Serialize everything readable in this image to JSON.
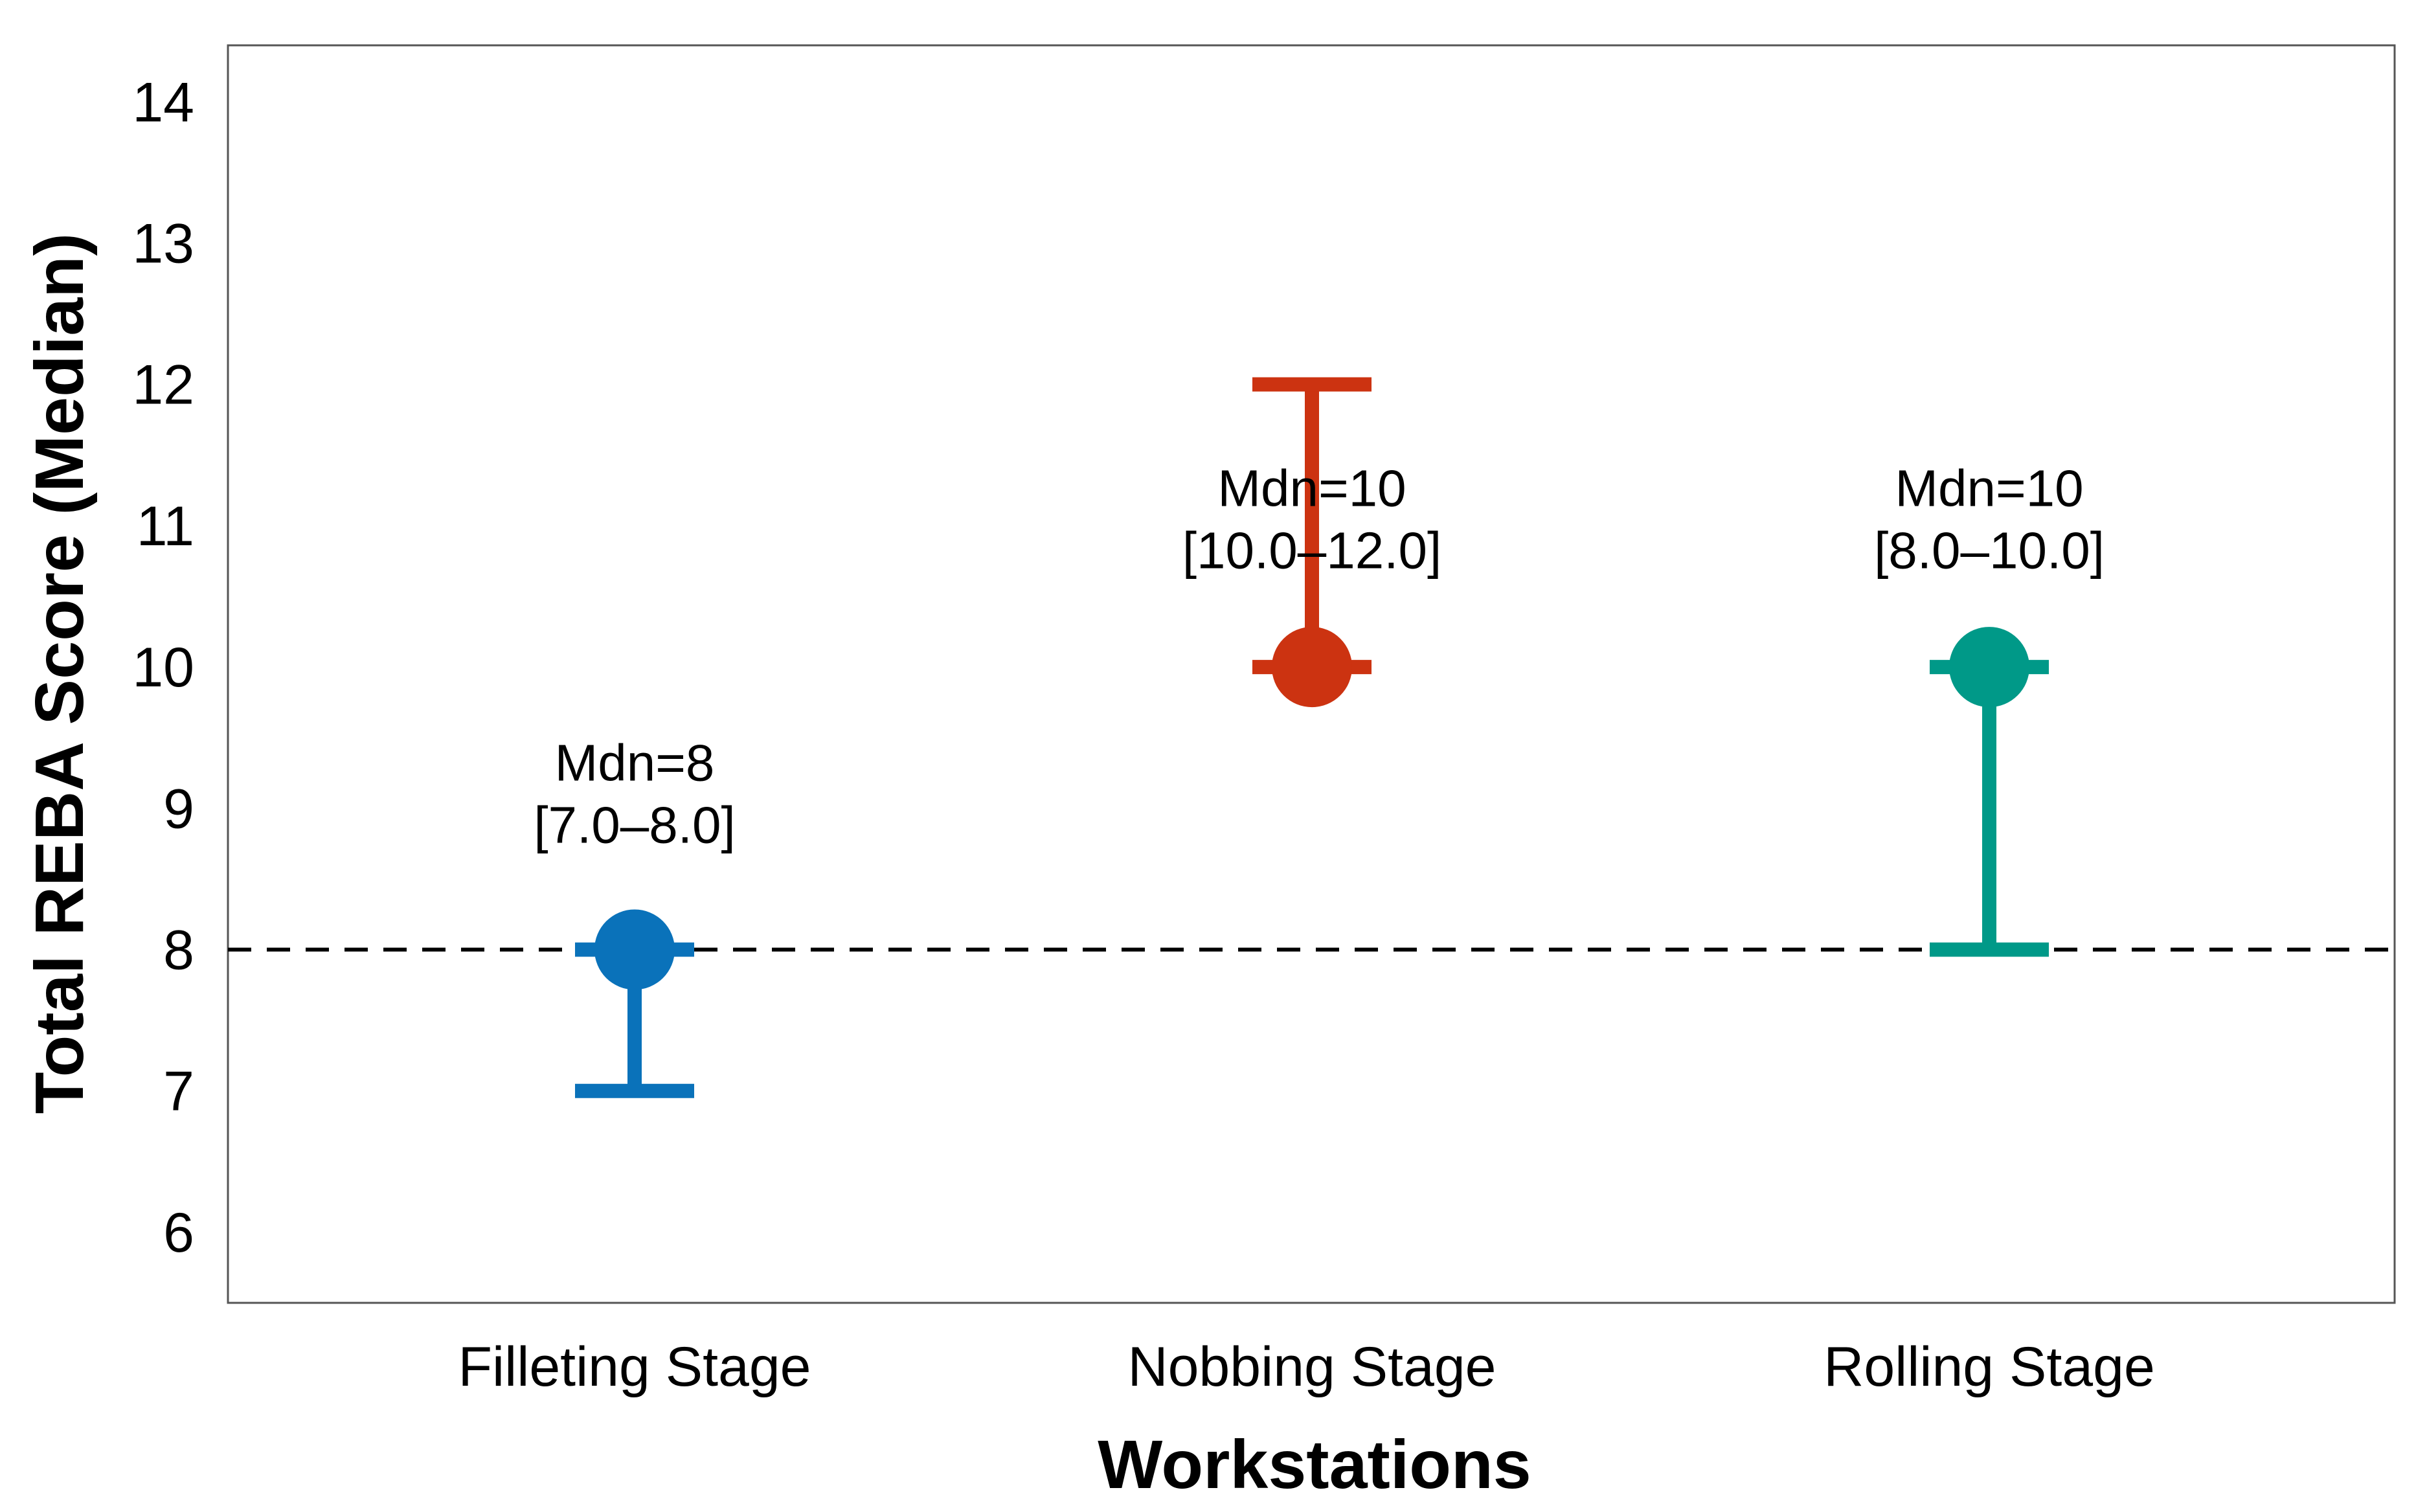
{
  "chart_data": {
    "type": "scatter",
    "title": "",
    "xlabel": "Workstations",
    "ylabel": "Total REBA Score (Median)",
    "ylim": [
      5.5,
      14.4
    ],
    "yticks": [
      6,
      7,
      8,
      9,
      10,
      11,
      12,
      13,
      14
    ],
    "grid": false,
    "legend": "none",
    "reference_line": {
      "y": 8,
      "style": "dashed",
      "color": "#000000"
    },
    "categories": [
      "Filleting Stage",
      "Nobbing Stage",
      "Rolling Stage"
    ],
    "points": [
      {
        "category": "Filleting Stage",
        "median": 8,
        "low": 7,
        "high": 8,
        "color": "#0A72BA",
        "label_line1": "Mdn=8",
        "label_line2": "[7.0–8.0]"
      },
      {
        "category": "Nobbing Stage",
        "median": 10,
        "low": 10,
        "high": 12,
        "color": "#CC3311",
        "label_line1": "Mdn=10",
        "label_line2": "[10.0–12.0]"
      },
      {
        "category": "Rolling Stage",
        "median": 10,
        "low": 8,
        "high": 10,
        "color": "#009988",
        "label_line1": "Mdn=10",
        "label_line2": "[8.0–10.0]"
      }
    ]
  }
}
